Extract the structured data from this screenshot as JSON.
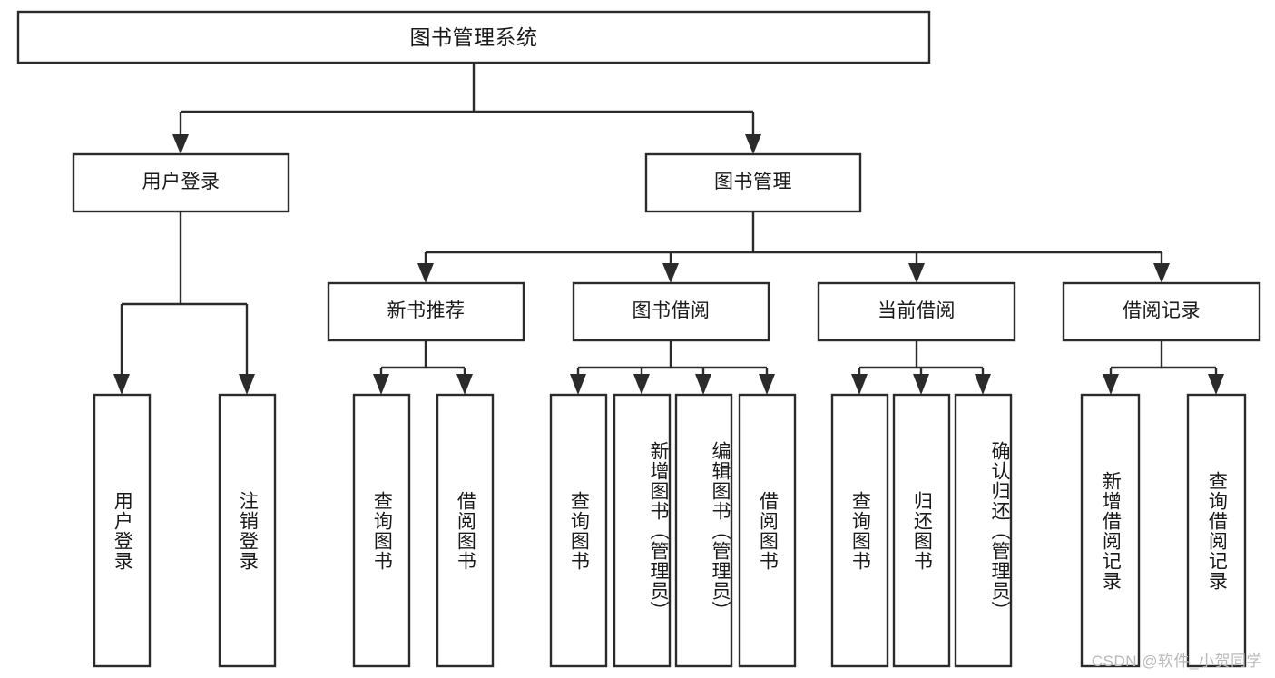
{
  "diagram": {
    "type": "tree",
    "title": "图书管理系统",
    "watermark": "CSDN @软件_小贺同学",
    "root": {
      "id": "root",
      "label": "图书管理系统",
      "orientation": "horizontal"
    },
    "level1": [
      {
        "id": "user-login",
        "label": "用户登录",
        "orientation": "horizontal"
      },
      {
        "id": "book-manage",
        "label": "图书管理",
        "orientation": "horizontal"
      }
    ],
    "level2": [
      {
        "id": "new-book-recommend",
        "label": "新书推荐",
        "orientation": "horizontal",
        "parent": "book-manage"
      },
      {
        "id": "book-borrow",
        "label": "图书借阅",
        "orientation": "horizontal",
        "parent": "book-manage"
      },
      {
        "id": "current-borrow",
        "label": "当前借阅",
        "orientation": "horizontal",
        "parent": "book-manage"
      },
      {
        "id": "borrow-record",
        "label": "借阅记录",
        "orientation": "horizontal",
        "parent": "book-manage"
      }
    ],
    "leaves": [
      {
        "id": "leaf-user-login",
        "label": "用户登录",
        "orientation": "vertical",
        "parent": "user-login"
      },
      {
        "id": "leaf-user-logout",
        "label": "注销登录",
        "orientation": "vertical",
        "parent": "user-login"
      },
      {
        "id": "leaf-query-book-1",
        "label": "查询图书",
        "orientation": "vertical",
        "parent": "new-book-recommend"
      },
      {
        "id": "leaf-borrow-book-1",
        "label": "借阅图书",
        "orientation": "vertical",
        "parent": "new-book-recommend"
      },
      {
        "id": "leaf-query-book-2",
        "label": "查询图书",
        "orientation": "vertical",
        "parent": "book-borrow"
      },
      {
        "id": "leaf-add-book",
        "label": "新增图书（管理员）",
        "orientation": "vertical",
        "parent": "book-borrow"
      },
      {
        "id": "leaf-edit-book",
        "label": "编辑图书（管理员）",
        "orientation": "vertical",
        "parent": "book-borrow"
      },
      {
        "id": "leaf-borrow-book-2",
        "label": "借阅图书",
        "orientation": "vertical",
        "parent": "book-borrow"
      },
      {
        "id": "leaf-query-book-3",
        "label": "查询图书",
        "orientation": "vertical",
        "parent": "current-borrow"
      },
      {
        "id": "leaf-return-book",
        "label": "归还图书",
        "orientation": "vertical",
        "parent": "current-borrow"
      },
      {
        "id": "leaf-confirm-return",
        "label": "确认归还（管理员）",
        "orientation": "vertical",
        "parent": "current-borrow"
      },
      {
        "id": "leaf-add-record",
        "label": "新增借阅记录",
        "orientation": "vertical",
        "parent": "borrow-record"
      },
      {
        "id": "leaf-query-record",
        "label": "查询借阅记录",
        "orientation": "vertical",
        "parent": "borrow-record"
      }
    ],
    "colors": {
      "stroke": "#2b2b2b",
      "fill": "#ffffff",
      "text": "#1a1a1a",
      "watermark": "#b9b9b9"
    }
  }
}
